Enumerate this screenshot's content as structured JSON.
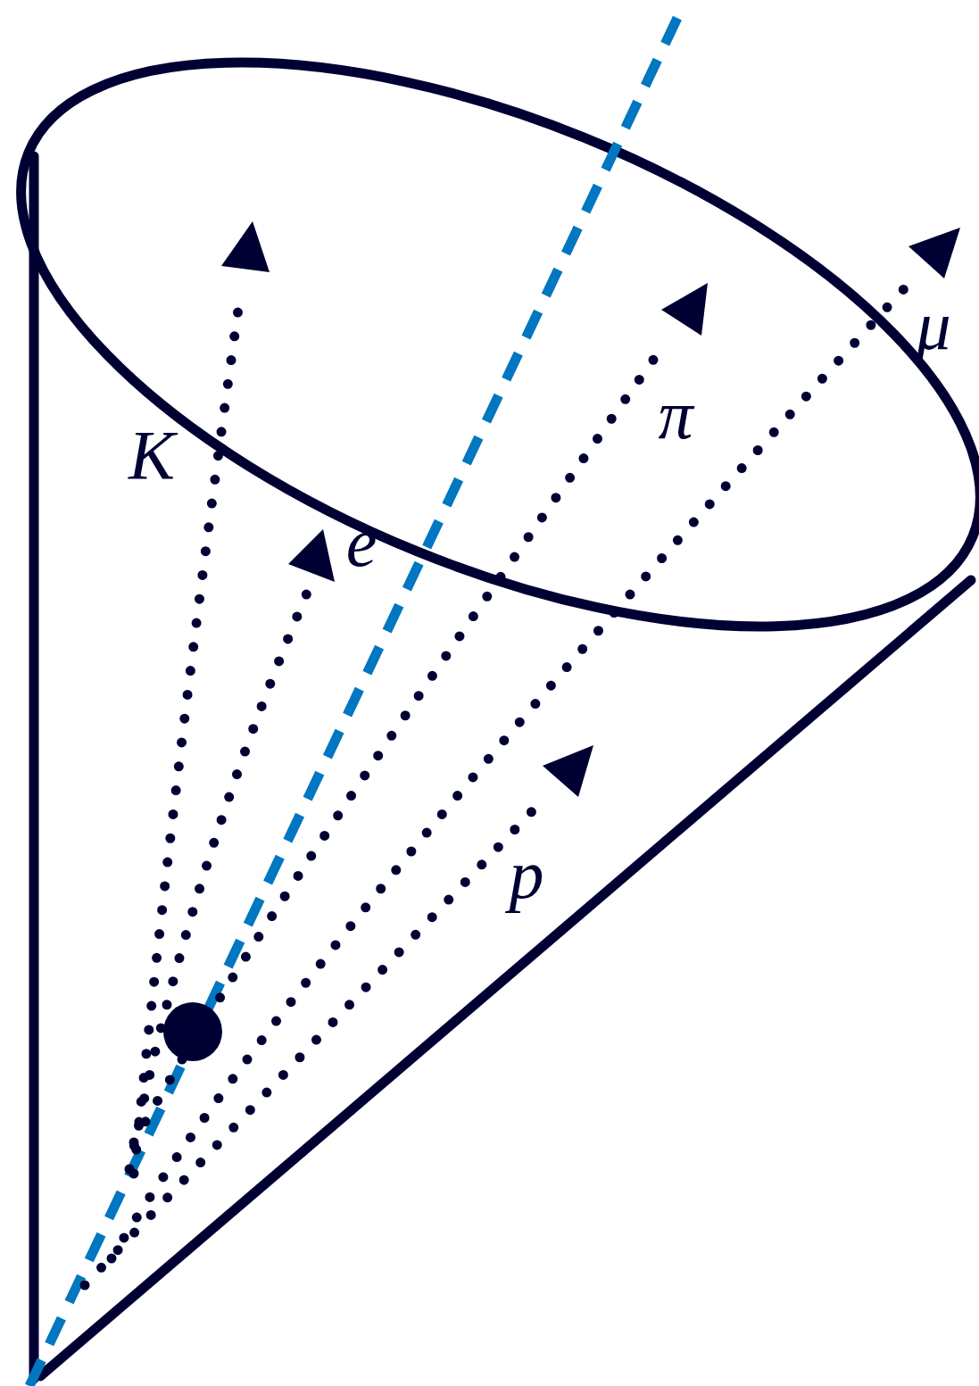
{
  "diagram": {
    "labels": [
      "K",
      "e",
      "π",
      "μ",
      "p"
    ]
  }
}
